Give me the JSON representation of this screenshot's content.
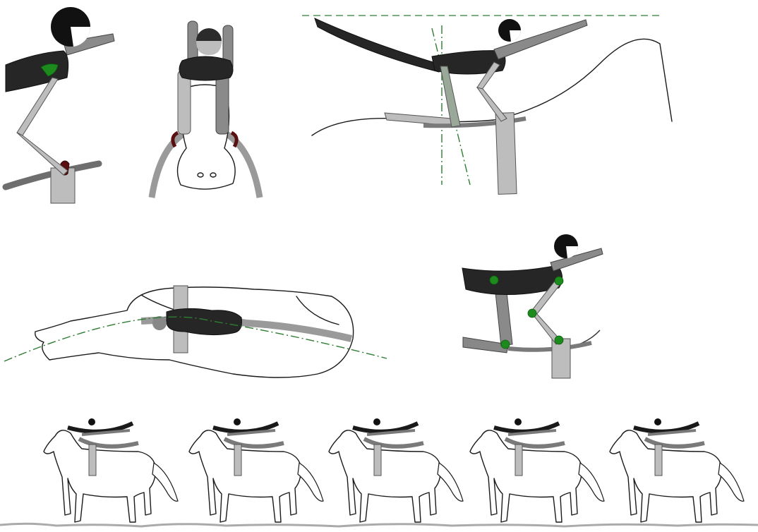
{
  "figure": {
    "panels": [
      "panel-side-closeup",
      "panel-front-view",
      "panel-side-wide",
      "panel-top-view",
      "panel-joint-markers",
      "panel-canter-sequence"
    ],
    "colors": {
      "body_dark": "#262626",
      "limb_light": "#bdbdbd",
      "limb_mid": "#8a8a8a",
      "marker_green": "#1d8a1d",
      "reference_line_green": "#2e7d32",
      "outline": "#1a1a1a"
    },
    "canter_frames": 5
  }
}
